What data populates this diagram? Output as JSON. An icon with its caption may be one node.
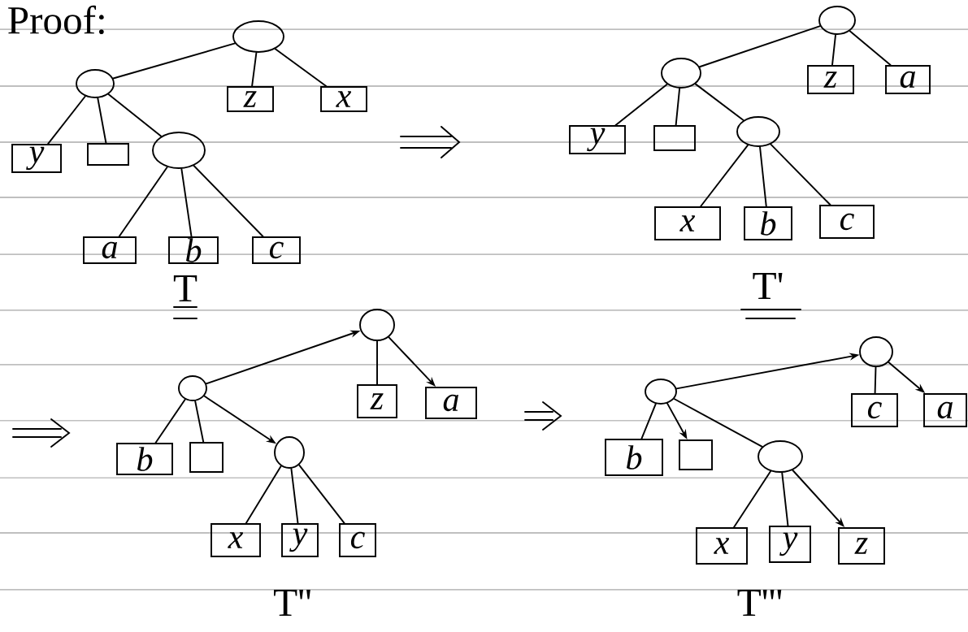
{
  "diagram": {
    "nodes": [
      {
        "text": [],
        "shape": "circle"
      },
      {
        "text": [],
        "shape": "circle"
      },
      {
        "text": [
          "z"
        ]
      },
      {
        "text": [
          "x"
        ]
      },
      {
        "text": [
          "y"
        ]
      },
      {
        "text": [],
        "shape": "box"
      },
      {
        "text": [],
        "shape": "circle"
      },
      {
        "text": [
          "a"
        ]
      },
      {
        "text": [
          "b"
        ]
      },
      {
        "text": [
          "c"
        ]
      },
      {
        "text": [],
        "shape": "circle"
      },
      {
        "text": [],
        "shape": "circle"
      },
      {
        "text": [
          "z"
        ]
      },
      {
        "text": [
          "a"
        ]
      },
      {
        "text": [
          "y"
        ]
      },
      {
        "text": [],
        "shape": "box"
      },
      {
        "text": [],
        "shape": "circle"
      },
      {
        "text": [
          "x"
        ]
      },
      {
        "text": [
          "b"
        ]
      },
      {
        "text": [
          "c"
        ]
      },
      {
        "text": [],
        "shape": "circle"
      },
      {
        "text": [],
        "shape": "circle"
      },
      {
        "text": [
          "z"
        ]
      },
      {
        "text": [
          "a"
        ]
      },
      {
        "text": [
          "b"
        ]
      },
      {
        "text": [],
        "shape": "box"
      },
      {
        "text": [],
        "shape": "circle"
      },
      {
        "text": [
          "x"
        ]
      },
      {
        "text": [
          "y"
        ]
      },
      {
        "text": [
          "c"
        ]
      },
      {
        "text": [],
        "shape": "circle"
      },
      {
        "text": [],
        "shape": "circle"
      },
      {
        "text": [
          "c"
        ]
      },
      {
        "text": [
          "a"
        ]
      },
      {
        "text": [
          "b"
        ]
      },
      {
        "text": [],
        "shape": "box"
      },
      {
        "text": [],
        "shape": "circle"
      },
      {
        "text": [
          "x"
        ]
      },
      {
        "text": [
          "y"
        ]
      },
      {
        "text": [
          "z"
        ]
      }
    ],
    "edges": [
      {
        "from": 0,
        "to": 1,
        "arrow": "none"
      },
      {
        "from": 0,
        "to": 2,
        "arrow": "none"
      },
      {
        "from": 0,
        "to": 3,
        "arrow": "none"
      },
      {
        "from": 1,
        "to": 4,
        "arrow": "none"
      },
      {
        "from": 1,
        "to": 5,
        "arrow": "none"
      },
      {
        "from": 1,
        "to": 6,
        "arrow": "none"
      },
      {
        "from": 6,
        "to": 7,
        "arrow": "none"
      },
      {
        "from": 6,
        "to": 8,
        "arrow": "none"
      },
      {
        "from": 6,
        "to": 9,
        "arrow": "none"
      },
      {
        "from": 10,
        "to": 11,
        "arrow": "none"
      },
      {
        "from": 10,
        "to": 12,
        "arrow": "none"
      },
      {
        "from": 10,
        "to": 13,
        "arrow": "none"
      },
      {
        "from": 11,
        "to": 14,
        "arrow": "none"
      },
      {
        "from": 11,
        "to": 15,
        "arrow": "none"
      },
      {
        "from": 11,
        "to": 16,
        "arrow": "none"
      },
      {
        "from": 16,
        "to": 17,
        "arrow": "none"
      },
      {
        "from": 16,
        "to": 18,
        "arrow": "none"
      },
      {
        "from": 16,
        "to": 19,
        "arrow": "none"
      },
      {
        "from": 21,
        "to": 20,
        "arrow": "to"
      },
      {
        "from": 20,
        "to": 22,
        "arrow": "none"
      },
      {
        "from": 20,
        "to": 23,
        "arrow": "to"
      },
      {
        "from": 21,
        "to": 24,
        "arrow": "none"
      },
      {
        "from": 21,
        "to": 25,
        "arrow": "none"
      },
      {
        "from": 21,
        "to": 26,
        "arrow": "to"
      },
      {
        "from": 26,
        "to": 27,
        "arrow": "none"
      },
      {
        "from": 26,
        "to": 28,
        "arrow": "none"
      },
      {
        "from": 26,
        "to": 29,
        "arrow": "none"
      },
      {
        "from": 31,
        "to": 30,
        "arrow": "to"
      },
      {
        "from": 30,
        "to": 32,
        "arrow": "none"
      },
      {
        "from": 30,
        "to": 33,
        "arrow": "to"
      },
      {
        "from": 31,
        "to": 34,
        "arrow": "none"
      },
      {
        "from": 31,
        "to": 35,
        "arrow": "to"
      },
      {
        "from": 31,
        "to": 36,
        "arrow": "none"
      },
      {
        "from": 36,
        "to": 37,
        "arrow": "none"
      },
      {
        "from": 36,
        "to": 38,
        "arrow": "none"
      },
      {
        "from": 36,
        "to": 39,
        "arrow": "to"
      }
    ],
    "labels": [
      "Proof:",
      "T",
      "T'",
      "T''",
      "T'''"
    ]
  }
}
